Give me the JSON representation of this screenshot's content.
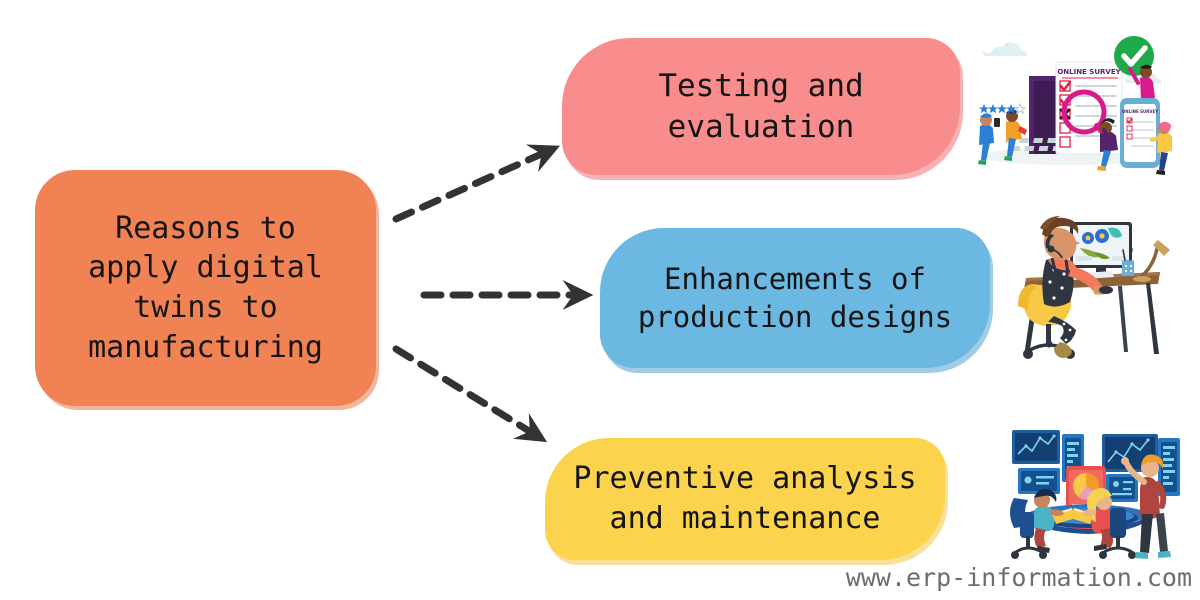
{
  "diagram": {
    "root": {
      "label": "Reasons to\napply digital\ntwins to\nmanufacturing",
      "color": "#F08254"
    },
    "branches": [
      {
        "id": "testing",
        "label": "Testing and\nevaluation",
        "color": "#F98C8C",
        "arrow": "dashed-arrow-up-right",
        "illustration": "online-survey-illustration",
        "illustration_text": "ONLINE SURVEY"
      },
      {
        "id": "enhancements",
        "label": "Enhancements of\nproduction designs",
        "color": "#6BB9E3",
        "arrow": "dashed-arrow-right",
        "illustration": "woman-at-desk-computer-illustration",
        "illustration_text": ""
      },
      {
        "id": "preventive",
        "label": "Preventive analysis\nand maintenance",
        "color": "#FBD34D",
        "arrow": "dashed-arrow-down-right",
        "illustration": "data-analytics-team-illustration",
        "illustration_text": ""
      }
    ],
    "arrow_color": "#333333"
  },
  "watermark": {
    "text": "www.erp-information.com",
    "color": "#6d6d6d"
  }
}
